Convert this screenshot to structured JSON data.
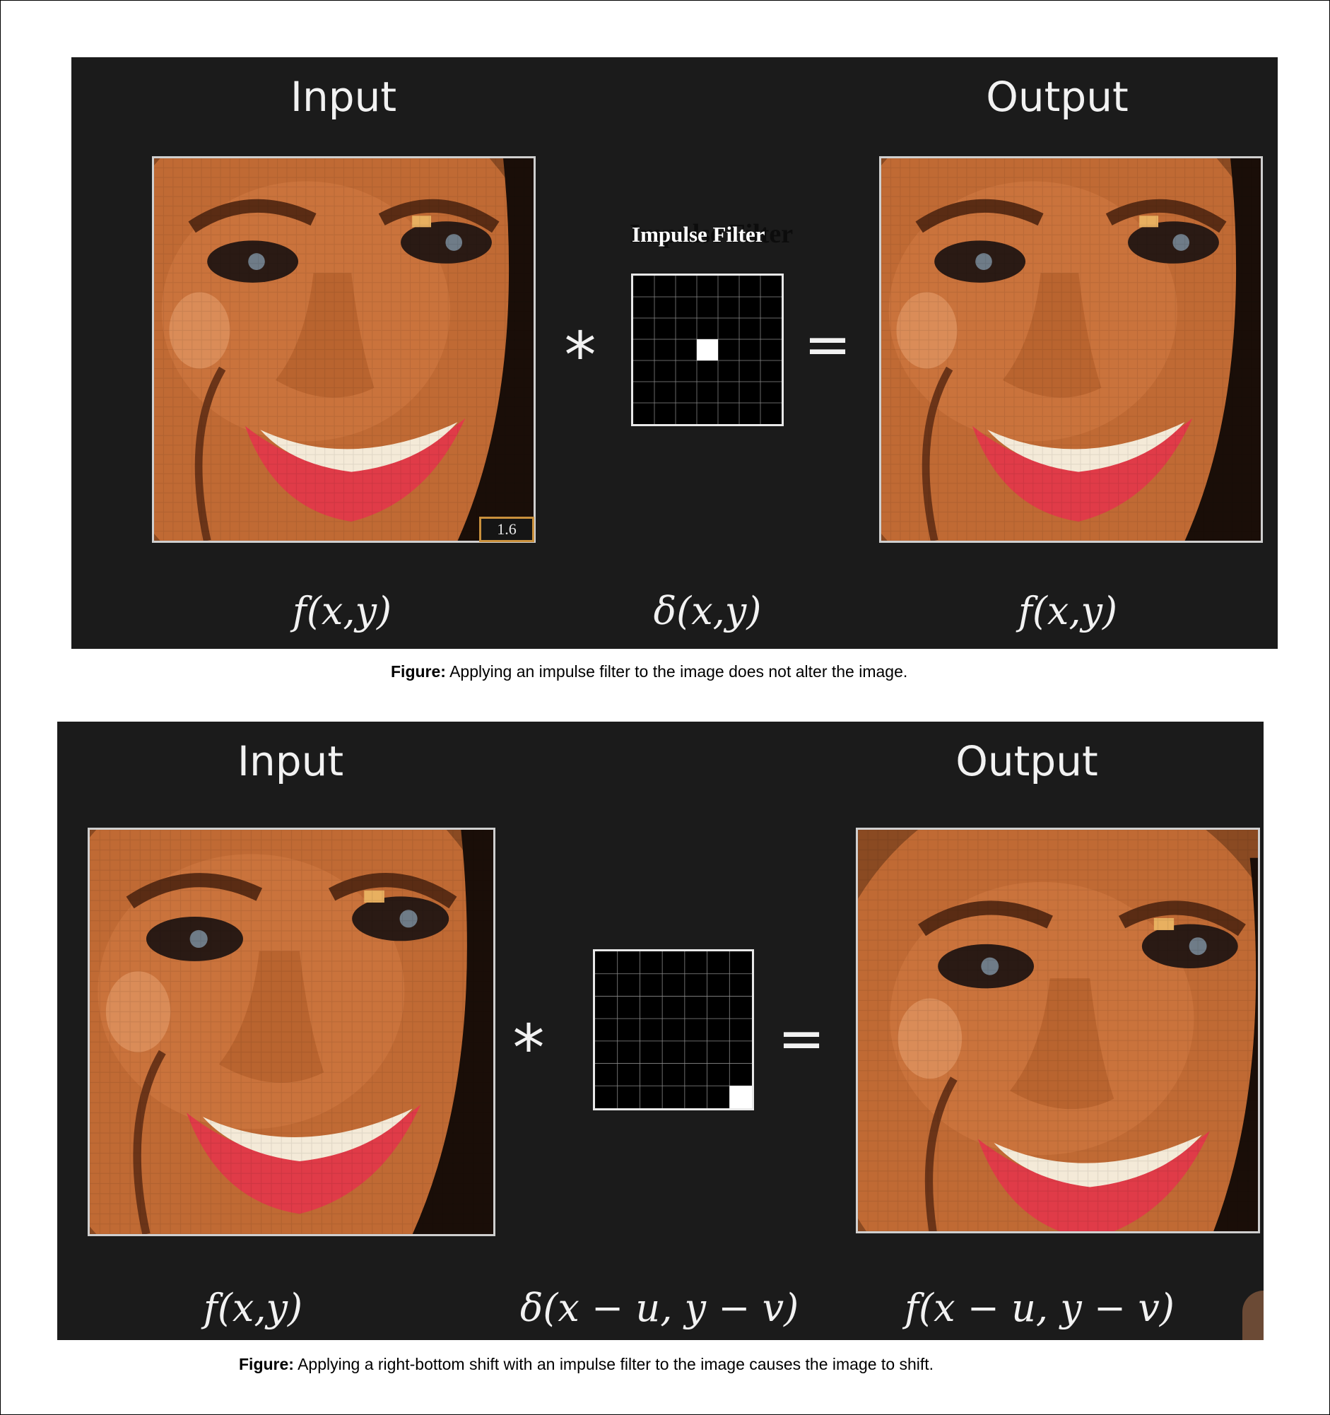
{
  "figure1": {
    "input_heading": "Input",
    "output_heading": "Output",
    "convolution_symbol": "*",
    "equals_symbol": "=",
    "filter_label": "Impulse Filter",
    "filter_label_ghost": "Impulse Filter",
    "input_badge": "1.6",
    "input_formula": "f(x,y)",
    "filter_formula": "δ(x,y)",
    "output_formula": "f(x,y)",
    "kernel": {
      "size": 7,
      "active_cell": [
        3,
        3
      ]
    },
    "caption_label": "Figure:",
    "caption_text": " Applying an impulse filter to the image does not alter the image."
  },
  "figure2": {
    "input_heading": "Input",
    "output_heading": "Output",
    "convolution_symbol": "*",
    "equals_symbol": "=",
    "input_formula": "f(x,y)",
    "filter_formula": "δ(x − u, y − v)",
    "output_formula": "f(x − u, y − v)",
    "kernel": {
      "size": 7,
      "active_cell": [
        6,
        6
      ]
    },
    "caption_label": "Figure:",
    "caption_text": " Applying a right-bottom shift with an impulse filter to the image causes the image to shift."
  },
  "colors": {
    "panel_background": "#1b1b1b",
    "skin": "#c06a34",
    "lips": "#e03b48",
    "teeth": "#f4ead8",
    "badge_border": "#c9903c"
  }
}
